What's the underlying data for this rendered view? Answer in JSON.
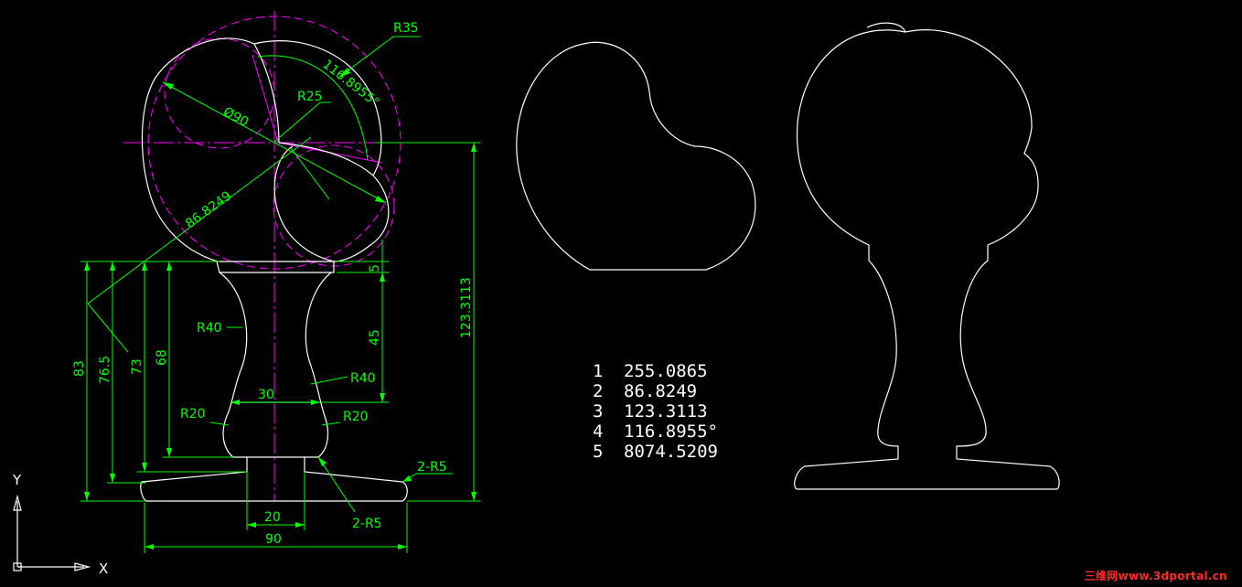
{
  "drawing": {
    "labels": {
      "r35": "R35",
      "angle": "116.8955°",
      "dia90": "Ø90",
      "r25": "R25",
      "d868249": "86.8249",
      "d1233113": "123.3113",
      "d5": "5",
      "d45": "45",
      "r40_left": "R40",
      "r40_right": "R40",
      "d30": "30",
      "r20_left": "R20",
      "r20_right": "R20",
      "d83": "83",
      "d765": "76.5",
      "d73": "73",
      "d68": "68",
      "r5_right": "2-R5",
      "r5_bottom": "2-R5",
      "d20": "20",
      "d90": "90"
    },
    "ucs": {
      "x_label": "X",
      "y_label": "Y"
    }
  },
  "results": [
    {
      "index": "1",
      "value": "255.0865"
    },
    {
      "index": "2",
      "value": "86.8249"
    },
    {
      "index": "3",
      "value": "123.3113"
    },
    {
      "index": "4",
      "value": "116.8955°"
    },
    {
      "index": "5",
      "value": "8074.5209"
    }
  ],
  "watermark": "三维网www.3dportal.cn",
  "colors": {
    "background": "#000000",
    "dimension": "#00ff00",
    "outline": "#ffffff",
    "construction": "#ff00ff",
    "watermark": "#ff2a2a"
  }
}
